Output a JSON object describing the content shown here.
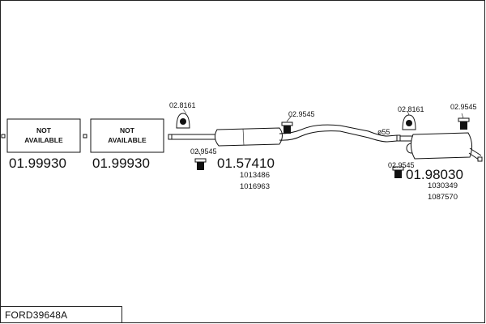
{
  "diagram": {
    "not_available_box_1": {
      "line1": "NOT",
      "line2": "AVAILABLE",
      "part_no": "01.99930"
    },
    "not_available_box_2": {
      "line1": "NOT",
      "line2": "AVAILABLE",
      "part_no": "01.99930"
    },
    "middle_section": {
      "part_no": "01.57410",
      "oem_refs": [
        "1013486",
        "1016963"
      ],
      "clamp_label": "02.8161",
      "hanger_label_1": "02.9545",
      "hanger_label_2": "02.9545",
      "pipe_diameter": "ø55"
    },
    "rear_section": {
      "part_no": "01.98030",
      "oem_refs": [
        "1030349",
        "1087570"
      ],
      "clamp_label": "02.8161",
      "hanger_label_1": "02.9545",
      "hanger_label_2": "02.9545"
    }
  },
  "footer": {
    "code": "FORD39648A"
  }
}
